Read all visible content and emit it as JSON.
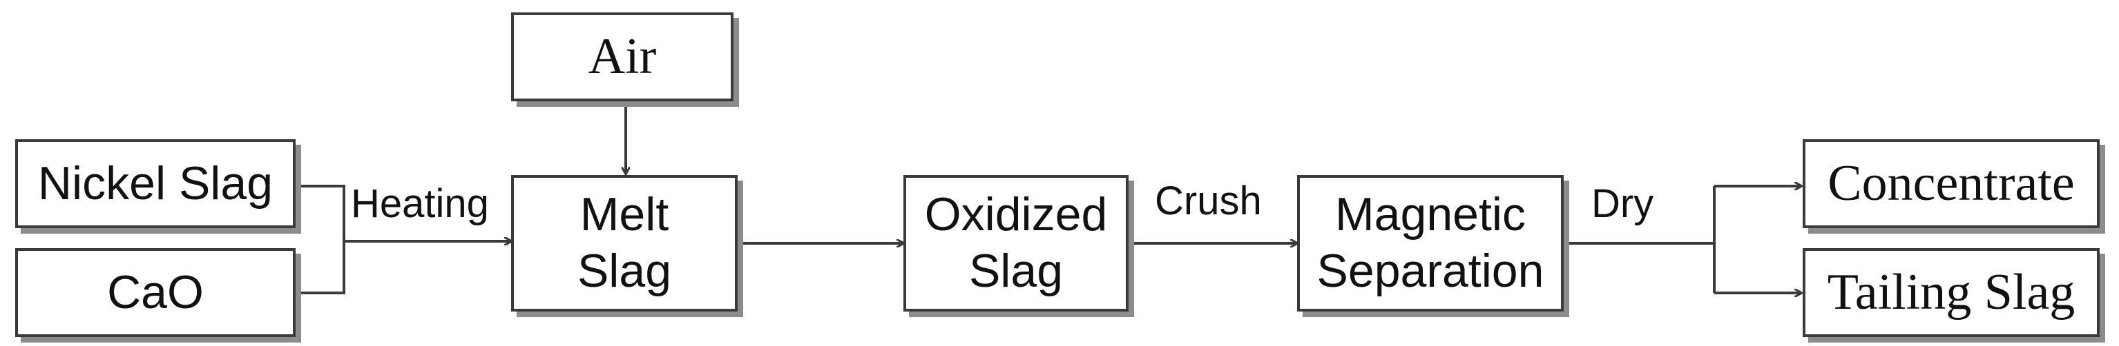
{
  "nodes": {
    "air": "Air",
    "nickel_slag": "Nickel Slag",
    "cao": "CaO",
    "melt_slag": [
      "Melt",
      "Slag"
    ],
    "oxidized_slag": [
      "Oxidized",
      "Slag"
    ],
    "magnetic_separation": [
      "Magnetic",
      "Separation"
    ],
    "concentrate": "Concentrate",
    "tailing_slag": "Tailing Slag"
  },
  "edge_labels": {
    "heating": "Heating",
    "crush": "Crush",
    "dry": "Dry"
  },
  "colors": {
    "stroke": "#3a3a3a",
    "shadow": "#8c8c8c",
    "text": "#111111"
  }
}
